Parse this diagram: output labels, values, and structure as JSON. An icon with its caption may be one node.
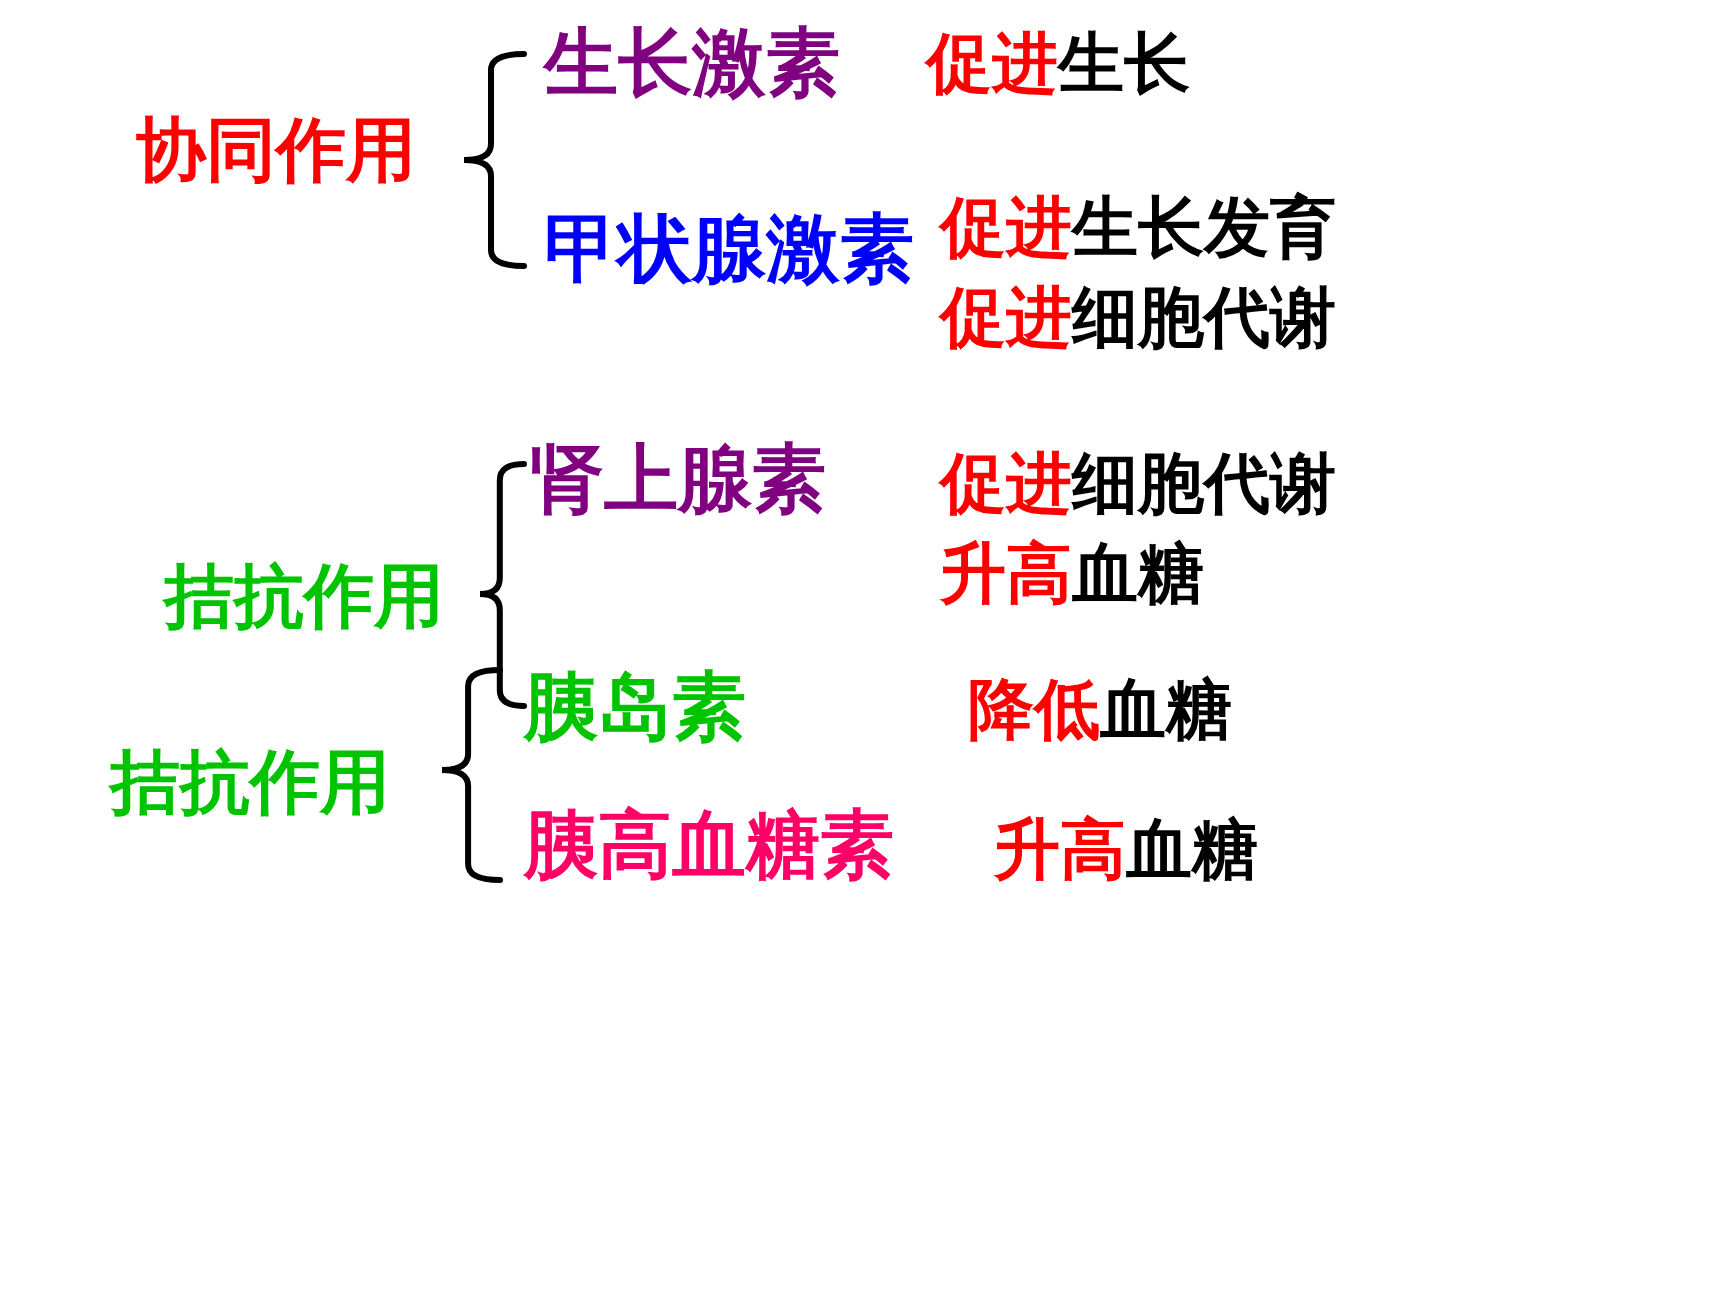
{
  "diagram": {
    "labels": [
      "协同作用",
      "生长激素",
      "促进生长",
      "甲状腺激素",
      "促进生长发育",
      "促进细胞代谢",
      "拮抗作用",
      "肾上腺素",
      "促进细胞代谢",
      "升高血糖",
      "拮抗作用",
      "胰岛素",
      "降低血糖",
      "胰高血糖素",
      "升高血糖"
    ]
  }
}
